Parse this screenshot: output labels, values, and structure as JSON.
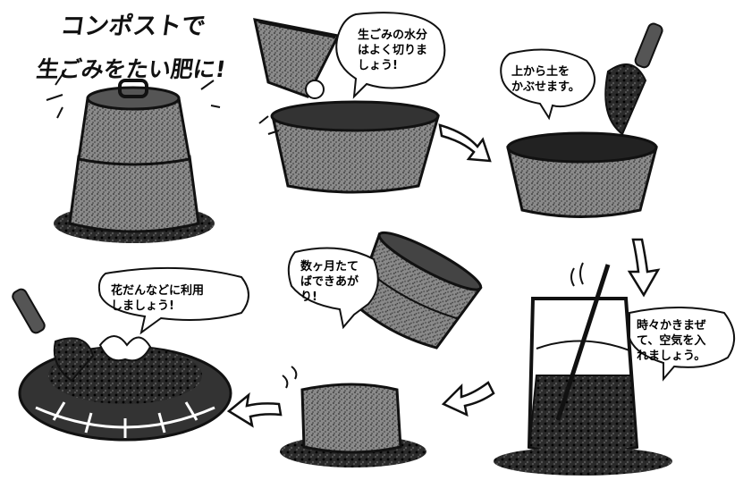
{
  "title": {
    "line1": "コンポストで",
    "line2": "生ごみをたい肥に!"
  },
  "bubbles": {
    "drain": [
      "生ごみの水分",
      "はよく切りま",
      "しょう!"
    ],
    "soil": [
      "上から土を",
      "かぶせます。"
    ],
    "stir": [
      "時々かきまぜ",
      "て、空気を入",
      "れましょう。"
    ],
    "months": [
      "数ヶ月たて",
      "ばできあが",
      "り!"
    ],
    "garden": [
      "花だんなどに利用",
      "しましょう!"
    ]
  }
}
